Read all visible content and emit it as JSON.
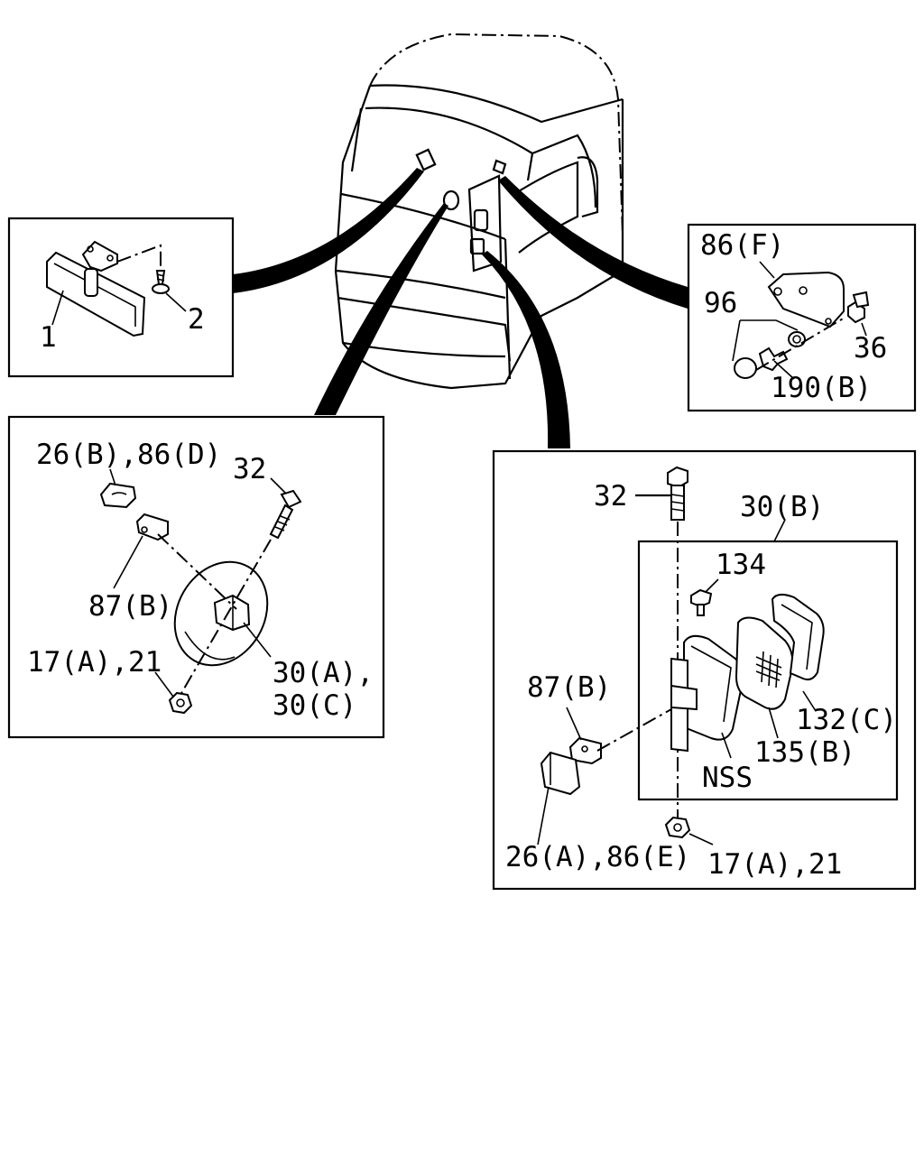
{
  "labels": {
    "mirror_inner": "1",
    "screw": "2",
    "bracket_f": "86(F)",
    "bolt_set": "96",
    "nut_36": "36",
    "bolt_190b": "190(B)",
    "clip_b": "26(B),86(D)",
    "bolt_32_left": "32",
    "bracket_87b_left": "87(B)",
    "nut_left": "17(A),21",
    "mirror_a_c_1": "30(A),",
    "mirror_a_c_2": "30(C)",
    "bolt_32_right": "32",
    "mirror_b": "30(B)",
    "screw_134": "134",
    "bracket_87b_right": "87(B)",
    "frame_132c": "132(C)",
    "glass_135b": "135(B)",
    "nss": "NSS",
    "clip_a": "26(A),86(E)",
    "nut_right": "17(A),21"
  }
}
